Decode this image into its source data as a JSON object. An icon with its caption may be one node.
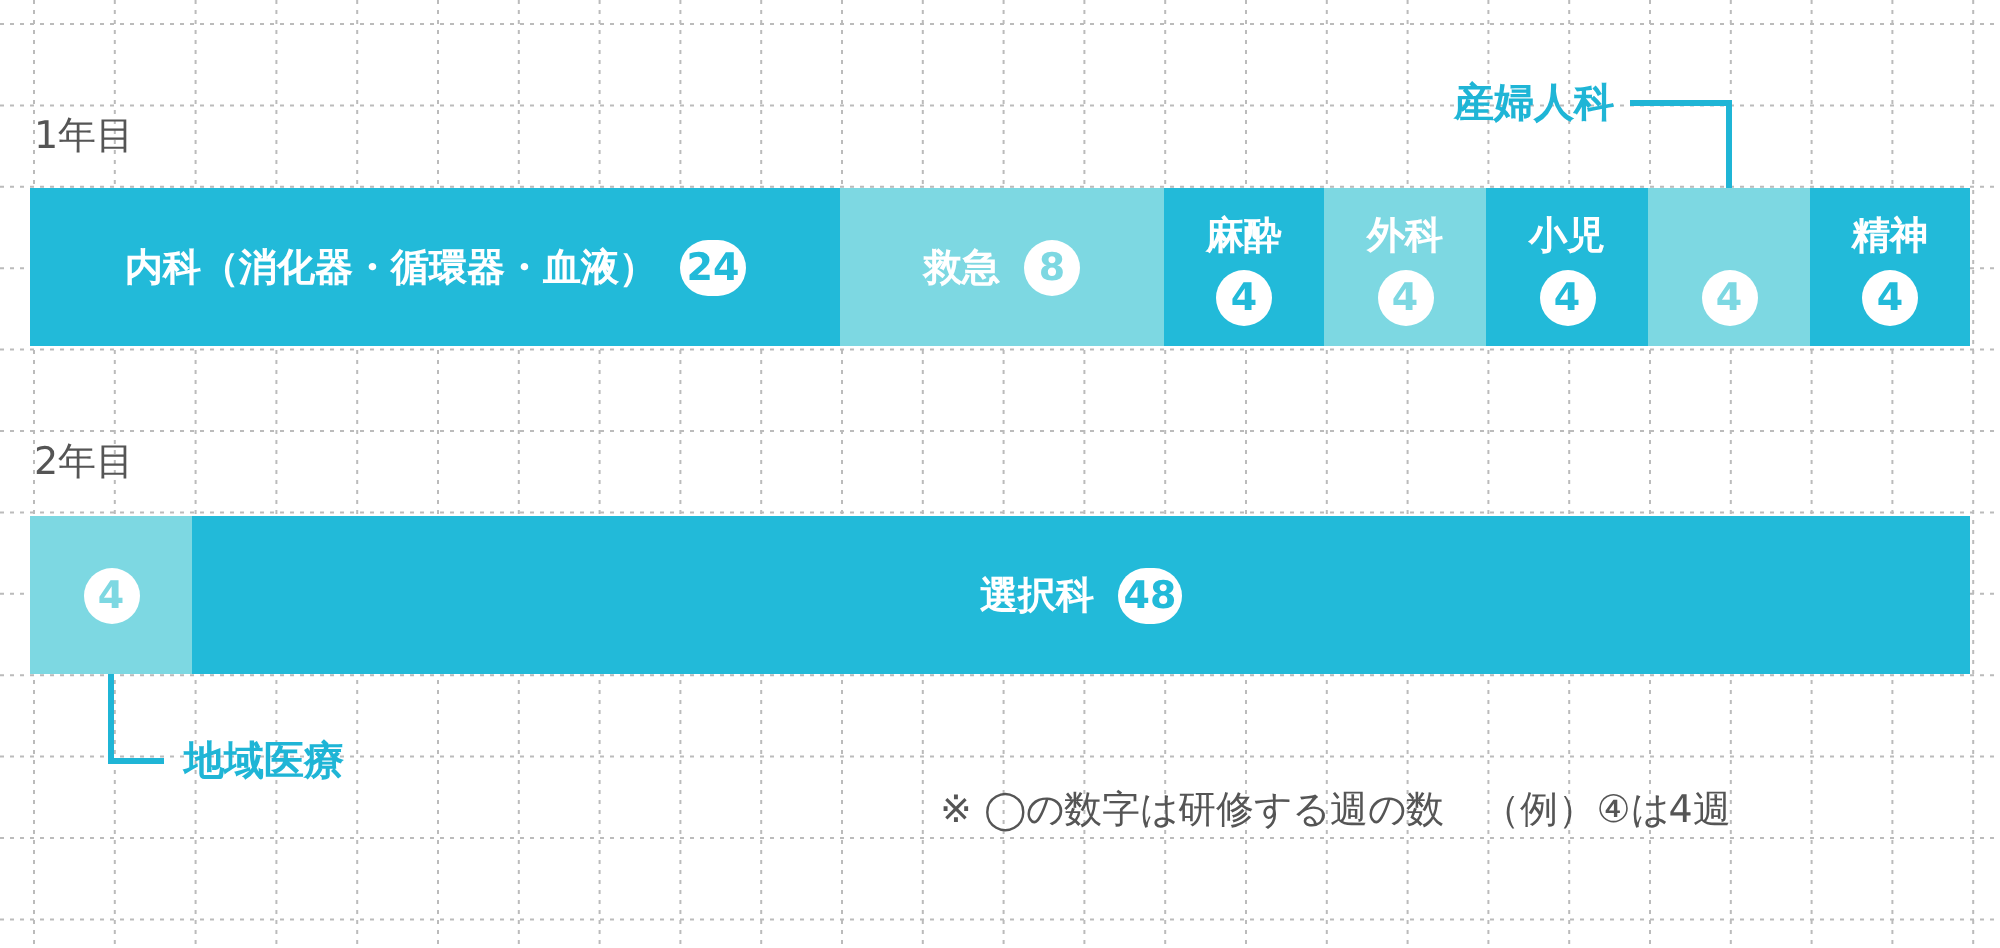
{
  "diagram": {
    "nodes": [
      {
        "text": [
          "内科（消化器・循環器・血液）",
          "24"
        ]
      },
      {
        "text": [
          "救急",
          "8"
        ]
      },
      {
        "text": [
          "麻酔",
          "4"
        ]
      },
      {
        "text": [
          "外科",
          "4"
        ]
      },
      {
        "text": [
          "小児",
          "4"
        ]
      },
      {
        "text": [
          "産婦人科"
        ]
      },
      {
        "text": [
          "4"
        ]
      },
      {
        "text": [
          "精神",
          "4"
        ]
      },
      {
        "text": [
          "4"
        ]
      },
      {
        "text": [
          "選択科",
          "48"
        ]
      },
      {
        "text": [
          "地域医療"
        ]
      }
    ],
    "edges": [
      {
        "from": 5,
        "to": 6,
        "arrow": "none"
      },
      {
        "from": 10,
        "to": 8,
        "arrow": "none"
      }
    ],
    "labels": [
      "1年目",
      "2年目",
      "※ ◯の数字は研修する週の数　（例）④は4週"
    ]
  }
}
